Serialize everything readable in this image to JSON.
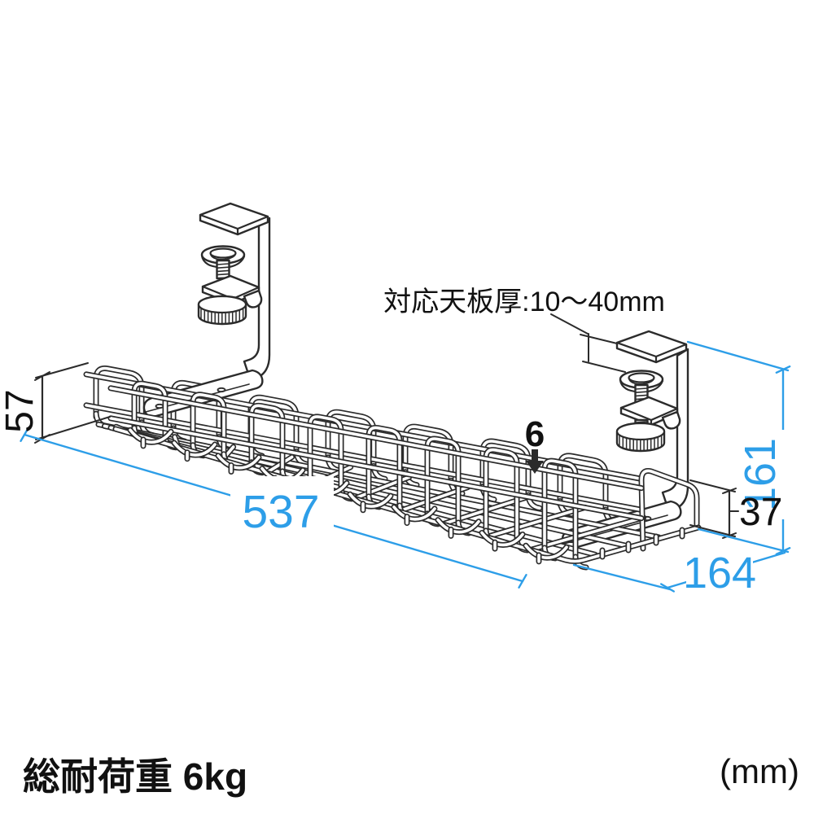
{
  "diagram": {
    "dimensions": {
      "length": "537",
      "depth": "164",
      "height_total": "161",
      "wall_height": "57",
      "clamp_drop": "37"
    },
    "slot_width_label": "6",
    "desk_thickness_note": "対応天板厚:10〜40mm",
    "load_note": "総耐荷重 6kg",
    "unit_note": "(mm)",
    "colors": {
      "dimension_blue": "#2D9EE8",
      "line_black": "#2B2B2B",
      "text_black": "#111111"
    }
  }
}
